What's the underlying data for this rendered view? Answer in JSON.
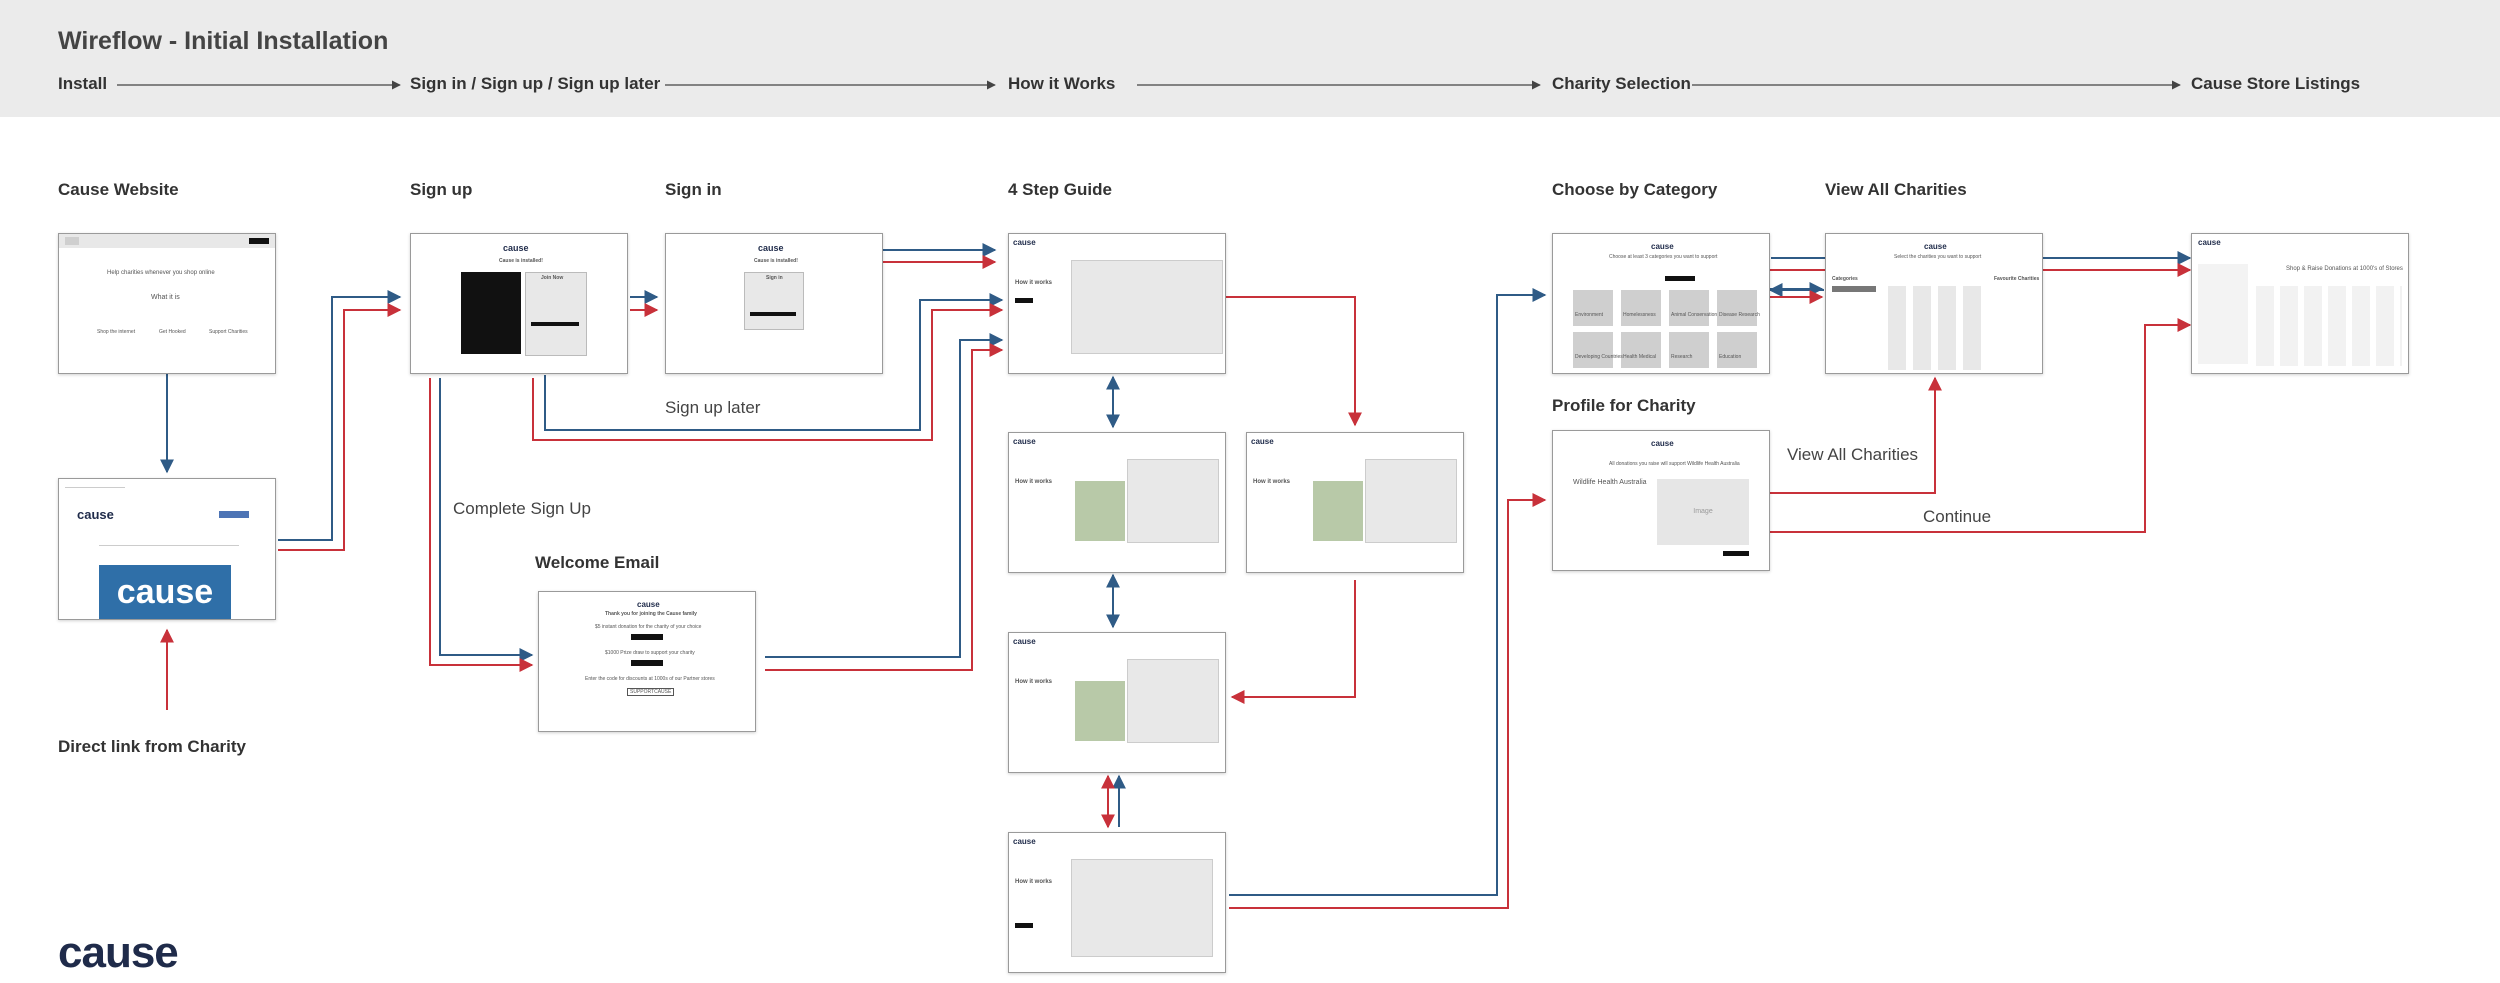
{
  "header": {
    "title": "Wireflow - Initial Installation",
    "steps": [
      "Install",
      "Sign in / Sign up / Sign up later",
      "How it Works",
      "Charity Selection",
      "Cause Store Listings"
    ]
  },
  "labels": {
    "cause_website": "Cause Website",
    "sign_up": "Sign up",
    "sign_in": "Sign in",
    "four_step": "4 Step Guide",
    "choose_category": "Choose by Category",
    "view_all": "View All Charities",
    "profile": "Profile for Charity",
    "welcome_email": "Welcome Email",
    "direct_link": "Direct link from Charity"
  },
  "notes": {
    "sign_up_later": "Sign up later",
    "complete_sign_up": "Complete Sign Up",
    "view_all_charities": "View All Charities",
    "continue": "Continue"
  },
  "screens": {
    "website": {
      "tagline": "Help charities whenever you shop online",
      "what": "What it is",
      "steps": [
        "Shop the internet",
        "Get Hooked",
        "Support Charities"
      ]
    },
    "store": {
      "logo": "cause",
      "hero": "cause"
    },
    "signup": {
      "logo": "cause",
      "heading": "Cause is installed!",
      "panel": "Join Now"
    },
    "signin": {
      "logo": "cause",
      "heading": "Cause is installed!",
      "panel": "Sign in"
    },
    "howto": {
      "logo": "cause",
      "heading": "How it works"
    },
    "email": {
      "logo": "cause",
      "line1": "Thank you for joining the Cause family",
      "line2": "$5 instant donation for the charity of your choice",
      "line3": "$1000 Prize draw to support your charity",
      "line4": "Enter the code for discounts at 1000s of our Partner stores",
      "code": "SUPPORTCAUSE"
    },
    "category": {
      "logo": "cause",
      "heading": "Choose at least 3 categories you want to support",
      "tiles": [
        "Environment",
        "Homelessness",
        "Animal Conservation",
        "Disease Research",
        "Developing Countries",
        "Health Medical",
        "Research",
        "Education"
      ]
    },
    "allcharities": {
      "logo": "cause",
      "heading": "Select the charities you want to support",
      "sidebar": "Categories",
      "fav": "Favourite Charities"
    },
    "profile": {
      "logo": "cause",
      "sub": "All donations you raise will support Wildlife Health Australia",
      "name": "Wildlife Health Australia",
      "image": "Image"
    },
    "listings": {
      "logo": "cause",
      "heading": "Shop & Raise Donations at 1000's of Stores"
    }
  },
  "footer": {
    "logo": "cause"
  },
  "colors": {
    "blue": "#2f5b86",
    "red": "#c8313a",
    "header_bg": "#ebebeb"
  }
}
